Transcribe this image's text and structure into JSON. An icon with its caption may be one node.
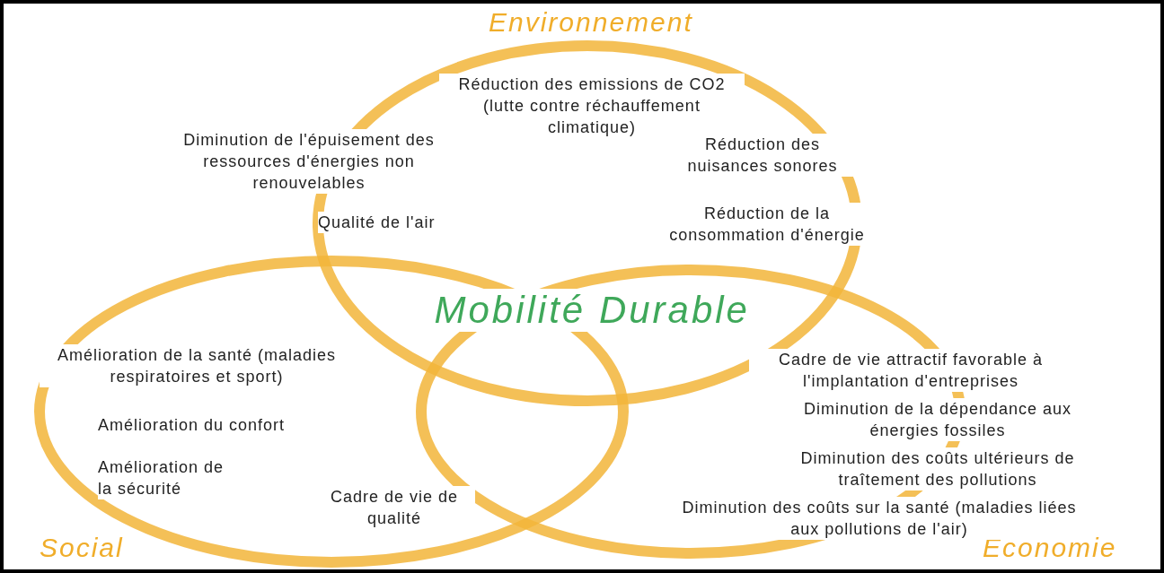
{
  "diagram": {
    "nodes": [
      {
        "text": [
          "Environnement"
        ]
      },
      {
        "text": [
          "Social"
        ]
      },
      {
        "text": [
          "Economie"
        ]
      }
    ],
    "edges": [],
    "labels": [
      "Réduction des emissions de CO2 (lutte contre réchauffement climatique)",
      "Diminution de l'épuisement des ressources d'énergies non renouvelables",
      "Réduction des nuisances sonores",
      "Qualité de l'air",
      "Réduction de la consommation d'énergie",
      "Mobilité Durable",
      "Amélioration de la santé (maladies respiratoires et sport)",
      "Cadre de vie attractif favorable à l'implantation d'entreprises",
      "Amélioration du confort",
      "Diminution de la dépendance aux énergies fossiles",
      "Amélioration de la sécurité",
      "Cadre de vie de qualité",
      "Diminution des coûts ultérieurs de traîtement des pollutions",
      "Diminution des coûts sur la santé (maladies liées aux pollutions de l'air)"
    ]
  }
}
